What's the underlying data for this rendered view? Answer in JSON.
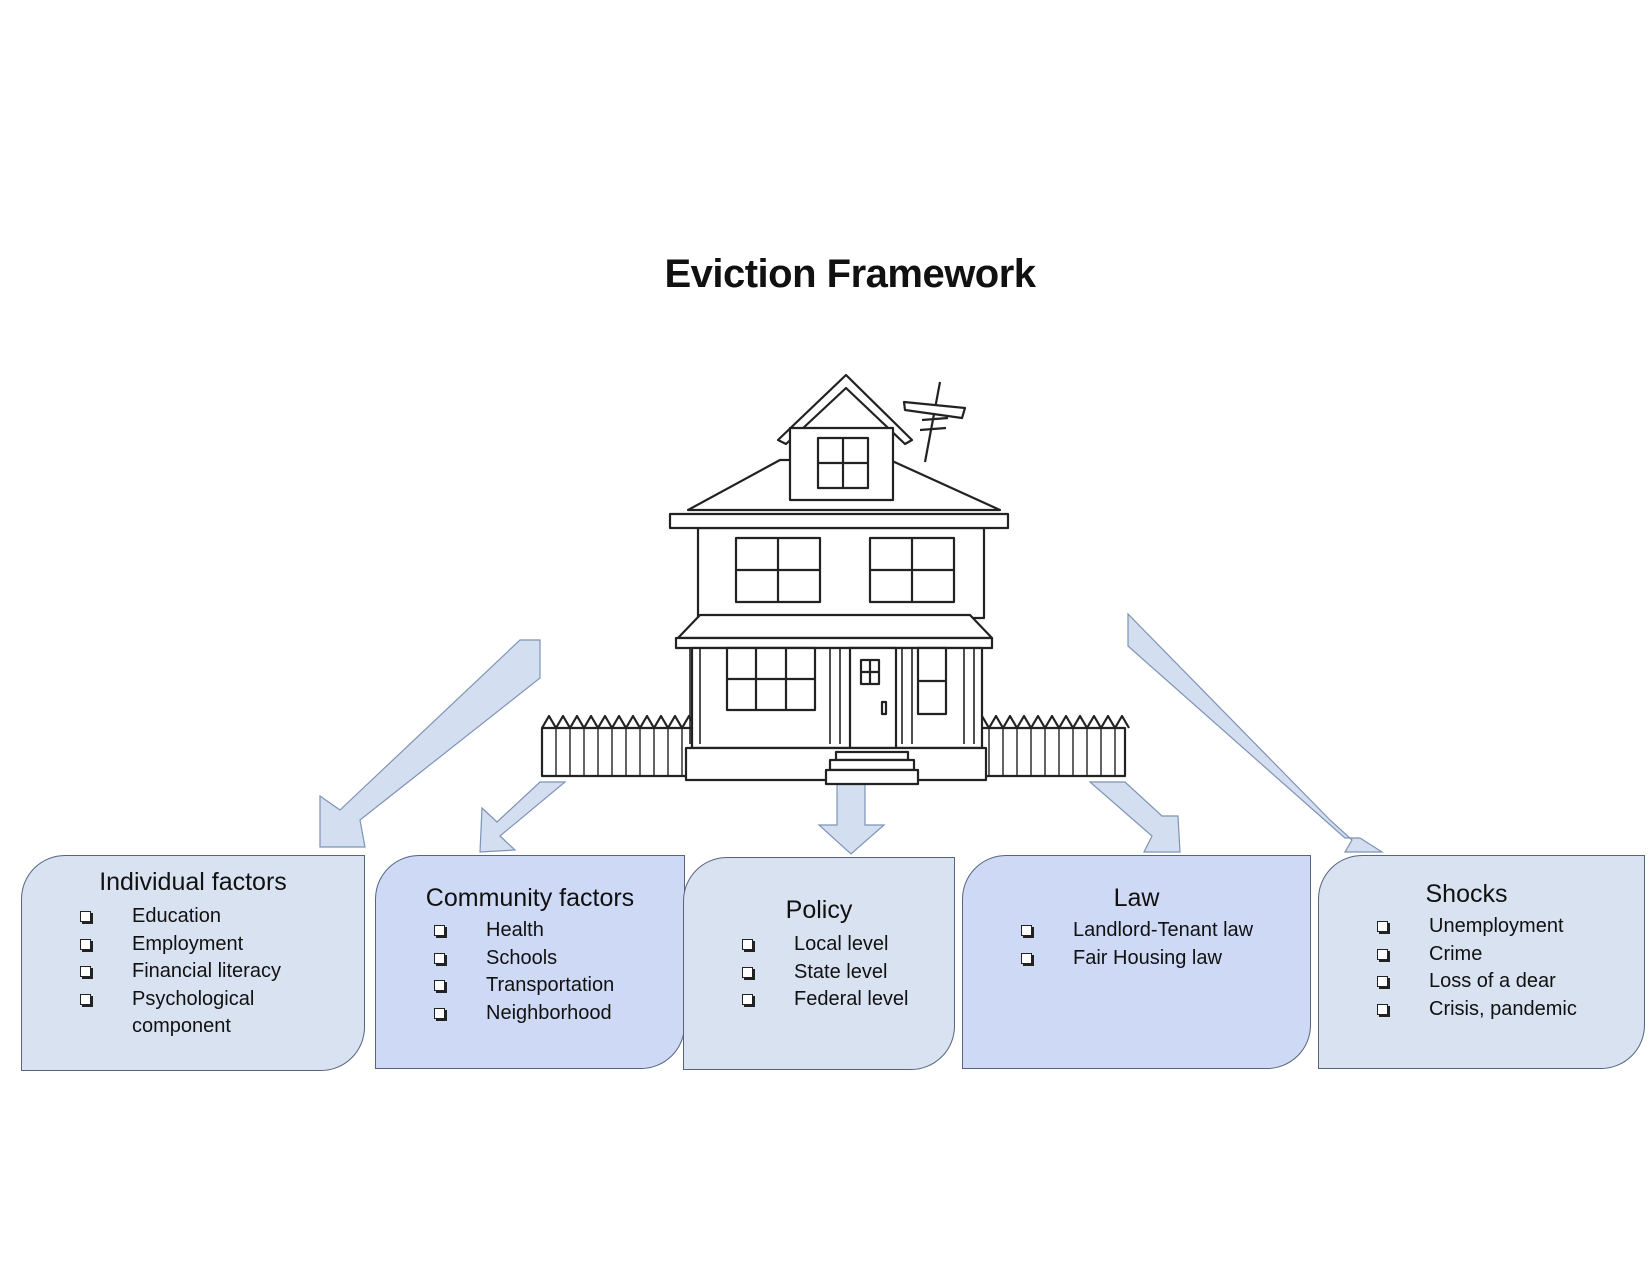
{
  "title": "Eviction Framework",
  "boxes": [
    {
      "heading": "Individual factors",
      "items": [
        "Education",
        "Employment",
        "Financial literacy",
        "Psychological component"
      ]
    },
    {
      "heading": "Community factors",
      "items": [
        "Health",
        "Schools",
        "Transportation",
        "Neighborhood"
      ]
    },
    {
      "heading": "Policy",
      "items": [
        "Local level",
        "State level",
        "Federal level"
      ]
    },
    {
      "heading": "Law",
      "items": [
        "Landlord-Tenant law",
        "Fair Housing law"
      ]
    },
    {
      "heading": "Shocks",
      "items": [
        "Unemployment",
        "Crime",
        "Loss of a dear",
        "Crisis, pandemic"
      ]
    }
  ],
  "colors": {
    "box_light": "#d8e2f1",
    "box_mid": "#cdd9f5",
    "arrow_fill": "#d3def0",
    "border": "#56647e"
  },
  "icons": [
    "house-illustration",
    "arrow-icon",
    "checkbox-bullet-icon"
  ]
}
